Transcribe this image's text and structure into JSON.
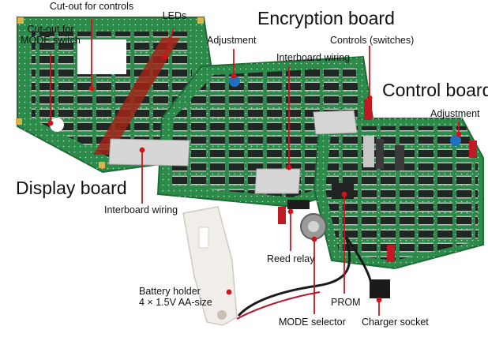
{
  "labels": {
    "cutout_controls": "Cut-out for controls",
    "leds": "LEDs",
    "cutout_mode_1": "Cut-out for",
    "cutout_mode_2": "MODE switch",
    "encryption_board": "Encryption board",
    "adjustment_left": "Adjustment",
    "controls_switches": "Controls (switches)",
    "interboard_wiring_top": "Interboard wiring",
    "control_board": "Control board",
    "adjustment_right": "Adjustment",
    "display_board": "Display board",
    "interboard_wiring_bottom": "Interboard wiring",
    "reed_relay": "Reed relay",
    "battery_holder_1": "Battery holder",
    "battery_holder_2": "4 × 1.5V AA-size",
    "prom": "PROM",
    "mode_selector": "MODE selector",
    "charger_socket": "Charger socket"
  },
  "colors": {
    "pcb": "#2c8a4a",
    "pcb_dark": "#1d6a35",
    "chip": "#1c1c1c",
    "gold": "#d9b44a",
    "leader": "#d4121a",
    "ribbon": "#d6d6d6",
    "battery_holder": "#f1eeea"
  }
}
